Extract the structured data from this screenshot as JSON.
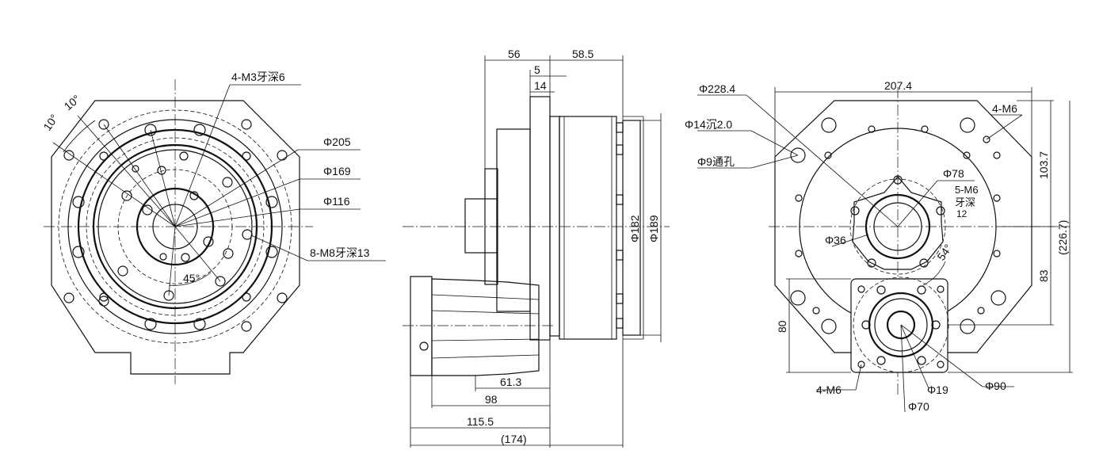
{
  "front_view": {
    "labels": {
      "tap_m3": "4-M3牙深6",
      "angle_10a": "10°",
      "angle_10b": "10°",
      "dia_205": "Φ205",
      "dia_169": "Φ169",
      "dia_116": "Φ116",
      "tap_m8": "8-M8牙深13",
      "angle_45": "45°"
    }
  },
  "side_view": {
    "labels": {
      "dim_56": "56",
      "dim_58_5": "58.5",
      "dim_5": "5",
      "dim_14": "14",
      "dia_182": "Φ182",
      "dia_189": "Φ189",
      "dim_61_3": "61.3",
      "dim_98": "98",
      "dim_115_5": "115.5",
      "dim_174": "(174)"
    }
  },
  "rear_view": {
    "labels": {
      "dia_228_4": "Φ228.4",
      "dim_207_4": "207.4",
      "dia_14": "Φ14沉2.0",
      "dia_9": "Φ9通孔",
      "tap_4m6_top": "4-M6",
      "dia_78": "Φ78",
      "tap_5m6": "5-M6",
      "tap_5m6_depth": "牙深",
      "tap_5m6_depth_val": "12",
      "dia_36": "Φ36",
      "angle_54": "54°",
      "dim_103_7": "103.7",
      "dim_226_7": "(226.7)",
      "dim_83": "83",
      "dim_80": "80",
      "tap_4m6_bottom": "4-M6",
      "dia_19": "Φ19",
      "dia_90": "Φ90",
      "dia_70": "Φ70"
    }
  }
}
